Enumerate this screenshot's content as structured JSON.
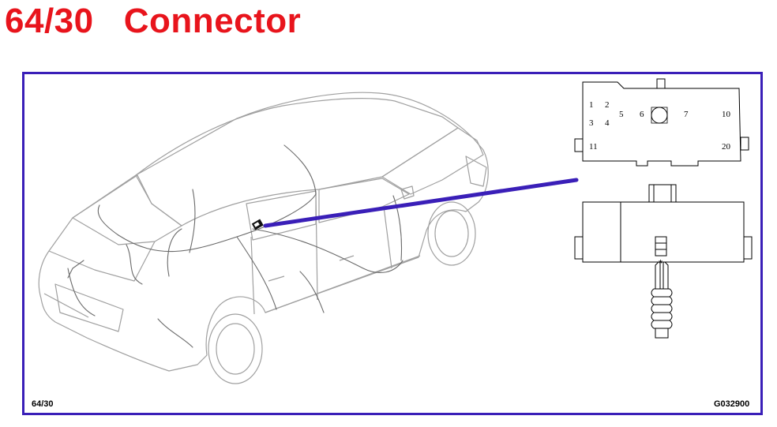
{
  "title": "64/30   Connector",
  "figure_code": "64/30",
  "image_id": "G032900",
  "pin_labels": [
    "1",
    "2",
    "3",
    "4",
    "5",
    "6",
    "7",
    "10",
    "11",
    "20"
  ],
  "colors": {
    "title": "#e8141c",
    "frame": "#3a1fb8",
    "pointer": "#3a1fb8",
    "line_art": "#9a9a9a",
    "connector_outline": "#000000"
  },
  "icons": {
    "car": "car-outline-icon",
    "wiring": "wiring-harness-icon",
    "connector_marker": "connector-location-icon"
  }
}
